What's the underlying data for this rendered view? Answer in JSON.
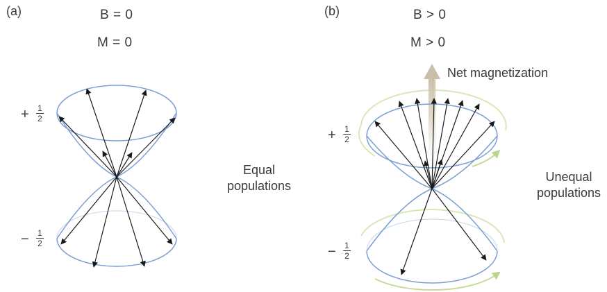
{
  "panel_a": {
    "label": "(a)",
    "field_condition": "B = 0",
    "magnetization_condition": "M = 0",
    "upper_level": {
      "sign": "+",
      "numerator": "1",
      "denominator": "2"
    },
    "lower_level": {
      "sign": "−",
      "numerator": "1",
      "denominator": "2"
    },
    "population_label_line1": "Equal",
    "population_label_line2": "populations"
  },
  "panel_b": {
    "label": "(b)",
    "field_condition": "B > 0",
    "magnetization_condition": "M > 0",
    "arrow_label": "Net magnetization",
    "upper_level": {
      "sign": "+",
      "numerator": "1",
      "denominator": "2"
    },
    "lower_level": {
      "sign": "−",
      "numerator": "1",
      "denominator": "2"
    },
    "population_label_line1": "Unequal",
    "population_label_line2": "populations"
  },
  "colors": {
    "cone": "#7a9fd4",
    "vector": "#1a1a1a",
    "precession": "#cfe0a8",
    "net_arrow": "#cdc3ad",
    "text": "#3a3a3a"
  }
}
